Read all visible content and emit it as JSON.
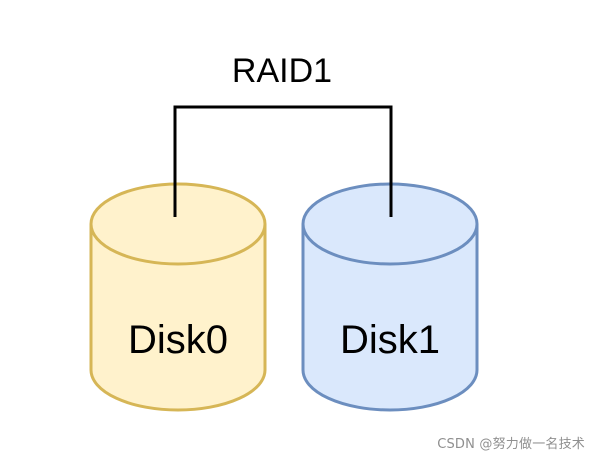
{
  "title": "RAID1",
  "disks": [
    {
      "label": "Disk0",
      "fill": "#FFF2CC",
      "stroke": "#D6B656"
    },
    {
      "label": "Disk1",
      "fill": "#DAE8FC",
      "stroke": "#6C8EBF"
    }
  ],
  "connector_color": "#000000",
  "watermark": "CSDN @努力做一名技术"
}
